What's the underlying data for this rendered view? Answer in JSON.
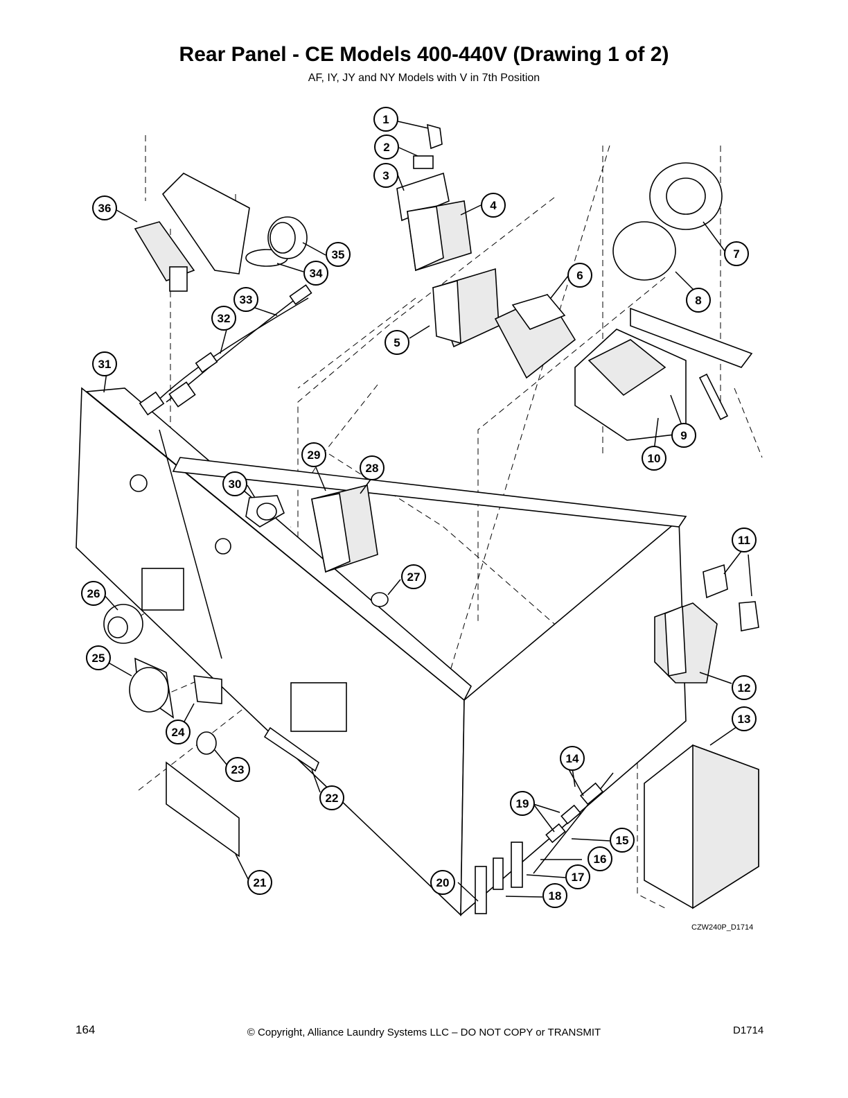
{
  "header": {
    "title": "Rear Panel - CE Models 400-440V (Drawing 1 of 2)",
    "subtitle": "AF, IY, JY and NY Models with V in 7th Position"
  },
  "diagram": {
    "drawing_code": "CZW240P_D1714",
    "callouts": [
      "1",
      "2",
      "3",
      "4",
      "5",
      "6",
      "7",
      "8",
      "9",
      "10",
      "11",
      "12",
      "13",
      "14",
      "15",
      "16",
      "17",
      "18",
      "19",
      "20",
      "21",
      "22",
      "23",
      "24",
      "25",
      "26",
      "27",
      "28",
      "29",
      "30",
      "31",
      "32",
      "33",
      "34",
      "35",
      "36"
    ]
  },
  "footer": {
    "page_number": "164",
    "copyright": "© Copyright, Alliance Laundry Systems LLC – DO NOT COPY or TRANSMIT",
    "doc_code": "D1714"
  }
}
